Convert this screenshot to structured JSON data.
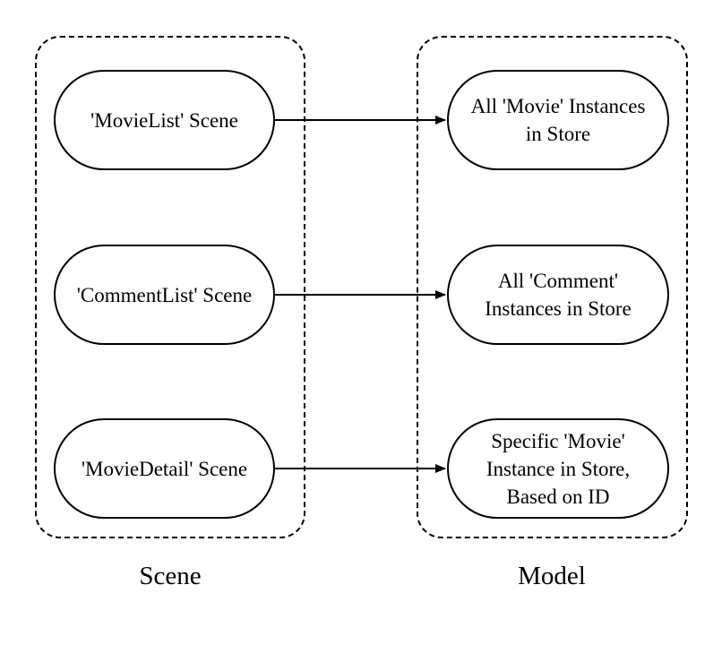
{
  "groups": {
    "scene": {
      "label": "Scene"
    },
    "model": {
      "label": "Model"
    }
  },
  "nodes": {
    "movie_list_scene": {
      "lines": [
        "'MovieList' Scene"
      ]
    },
    "comment_list_scene": {
      "lines": [
        "'CommentList' Scene"
      ]
    },
    "movie_detail_scene": {
      "lines": [
        "'MovieDetail' Scene"
      ]
    },
    "all_movies": {
      "lines": [
        "All 'Movie' Instances",
        "in Store"
      ]
    },
    "all_comments": {
      "lines": [
        "All 'Comment'",
        "Instances in Store"
      ]
    },
    "specific_movie": {
      "lines": [
        "Specific 'Movie'",
        "Instance in Store,",
        "Based on ID"
      ]
    }
  },
  "edges": [
    {
      "from": "movie_list_scene",
      "to": "all_movies"
    },
    {
      "from": "comment_list_scene",
      "to": "all_comments"
    },
    {
      "from": "movie_detail_scene",
      "to": "specific_movie"
    }
  ]
}
